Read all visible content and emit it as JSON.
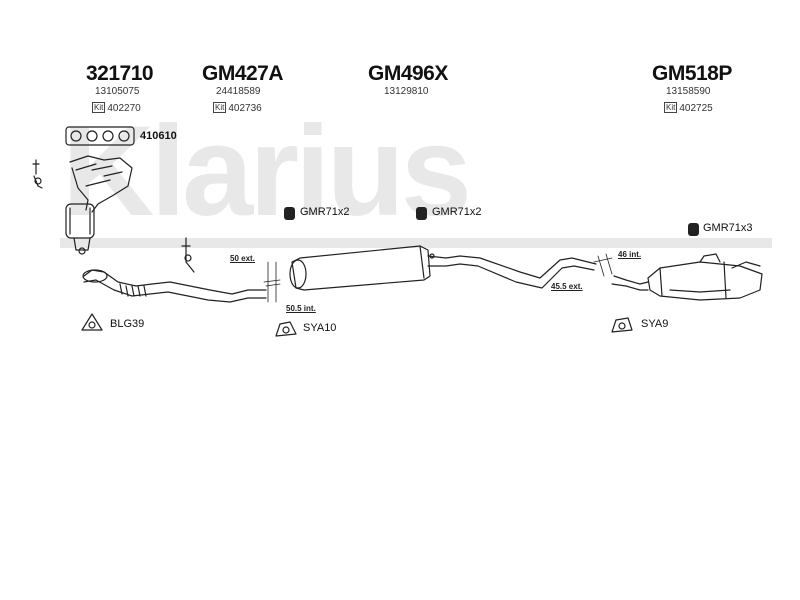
{
  "watermark": {
    "brand": "Klarius"
  },
  "parts": [
    {
      "title": "321710",
      "ref": "13105075",
      "kit_label": "Kit",
      "kit_number": "402270"
    },
    {
      "title": "GM427A",
      "ref": "24418589",
      "kit_label": "Kit",
      "kit_number": "402736"
    },
    {
      "title": "GM496X",
      "ref": "13129810"
    },
    {
      "title": "GM518P",
      "ref": "13158590",
      "kit_label": "Kit",
      "kit_number": "402725"
    }
  ],
  "gasket_label": "410610",
  "fittings": {
    "gmr_1": "GMR71x2",
    "gmr_2": "GMR71x2",
    "gmr_3": "GMR71x3",
    "blg": "BLG39",
    "sya10": "SYA10",
    "sya9": "SYA9"
  },
  "dimensions": {
    "ext_50": "50 ext.",
    "int_50_5": "50.5 int.",
    "int_46": "46 int.",
    "ext_45_5": "45.5 ext."
  },
  "colors": {
    "watermark": "#e8e8e8",
    "line": "#222222"
  }
}
